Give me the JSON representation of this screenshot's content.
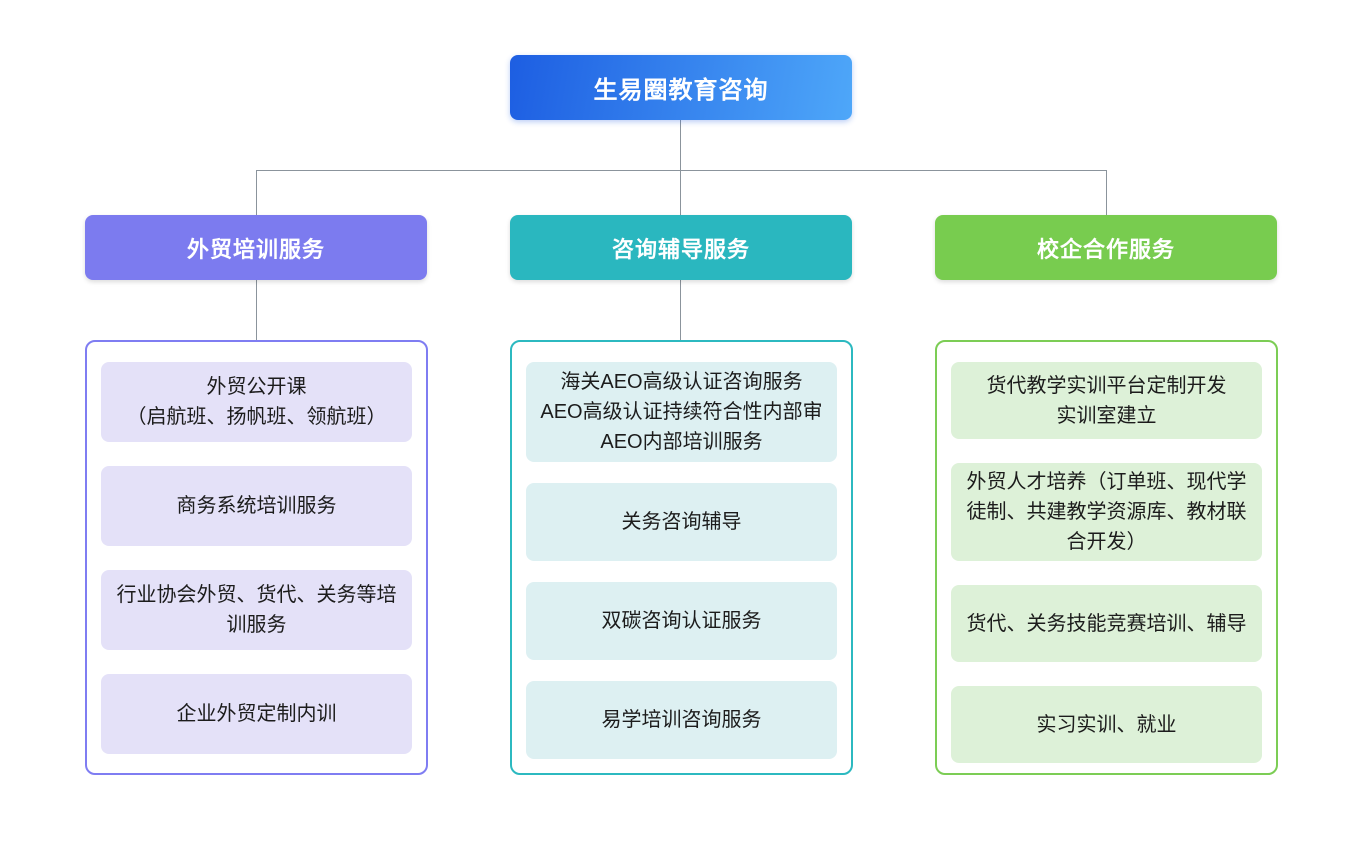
{
  "diagram": {
    "type": "org-chart",
    "root": {
      "label": "生易圈教育咨询"
    },
    "branches": [
      {
        "id": "trade-training",
        "label": "外贸培训服务",
        "header_color": "#7c7bef",
        "item_tint": "#e4e1f8",
        "items": [
          "外贸公开课\n（启航班、扬帆班、领航班）",
          "商务系统培训服务",
          "行业协会外贸、货代、关务等培训服务",
          "企业外贸定制内训"
        ]
      },
      {
        "id": "consulting-coaching",
        "label": "咨询辅导服务",
        "header_color": "#2ab7bf",
        "item_tint": "#ddf0f2",
        "items": [
          "海关AEO高级认证咨询服务\nAEO高级认证持续符合性内部审\nAEO内部培训服务",
          "关务咨询辅导",
          "双碳咨询认证服务",
          "易学培训咨询服务"
        ]
      },
      {
        "id": "school-enterprise",
        "label": "校企合作服务",
        "header_color": "#78cc4f",
        "item_tint": "#ddf1d8",
        "items": [
          "货代教学实训平台定制开发\n实训室建立",
          "外贸人才培养（订单班、现代学徒制、共建教学资源库、教材联合开发）",
          "货代、关务技能竞赛培训、辅导",
          "实习实训、就业"
        ]
      }
    ],
    "colors": {
      "root_gradient_start": "#1d5ee2",
      "root_gradient_end": "#4ea7f9",
      "connector": "#8b949c",
      "background": "#ffffff"
    }
  }
}
